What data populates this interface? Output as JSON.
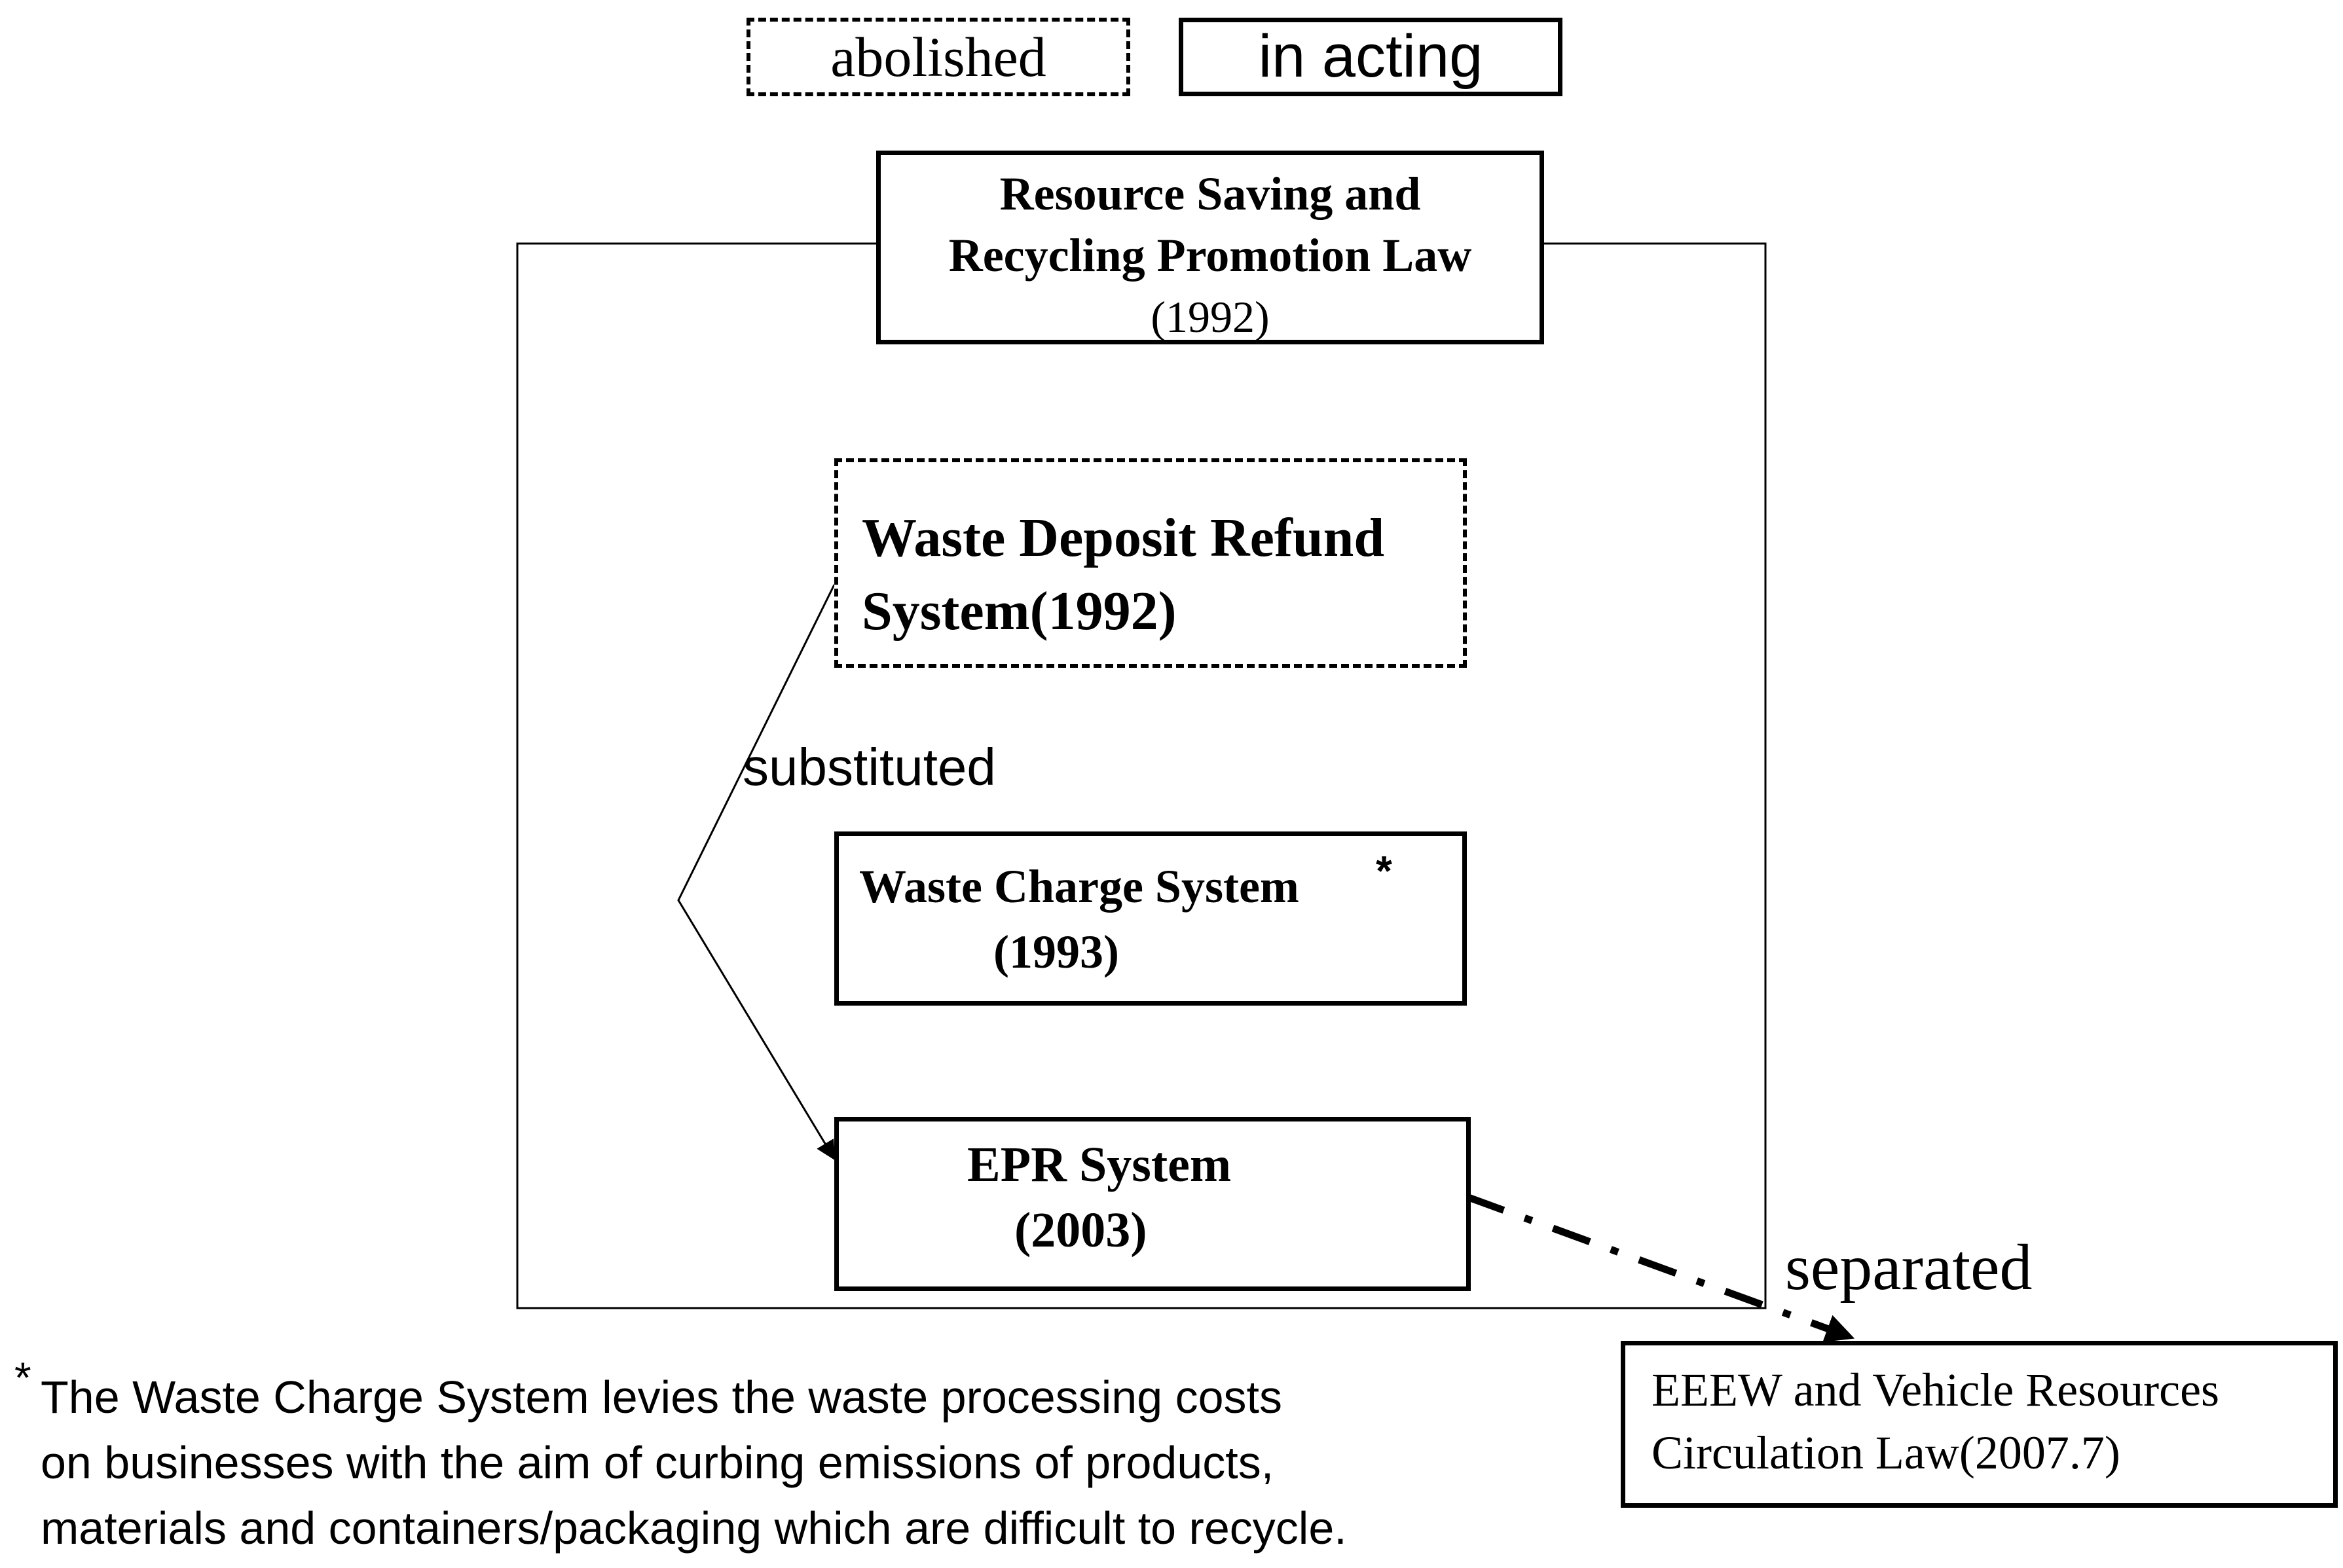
{
  "legend": {
    "abolished": "abolished",
    "in_acting": "in acting"
  },
  "main_law": {
    "line1": "Resource Saving and",
    "line2": "Recycling Promotion Law",
    "year": "(1992)"
  },
  "deposit_refund": {
    "line1": "Waste Deposit Refund",
    "line2": "System(1992)"
  },
  "waste_charge": {
    "line1": "Waste Charge System",
    "asterisk": "*",
    "line2": "(1993)"
  },
  "epr": {
    "line1": "EPR System",
    "line2": "(2003)"
  },
  "eeew_law": {
    "line1": "EEEW and Vehicle Resources",
    "line2": "Circulation Law(2007.7)"
  },
  "labels": {
    "substituted": "substituted",
    "separated": "separated"
  },
  "footnote": {
    "asterisk": "*",
    "line1": "The Waste Charge System levies the waste processing costs",
    "line2": "on businesses with the aim of curbing emissions  of products,",
    "line3": "materials and containers/packaging which are difficult to recycle."
  }
}
